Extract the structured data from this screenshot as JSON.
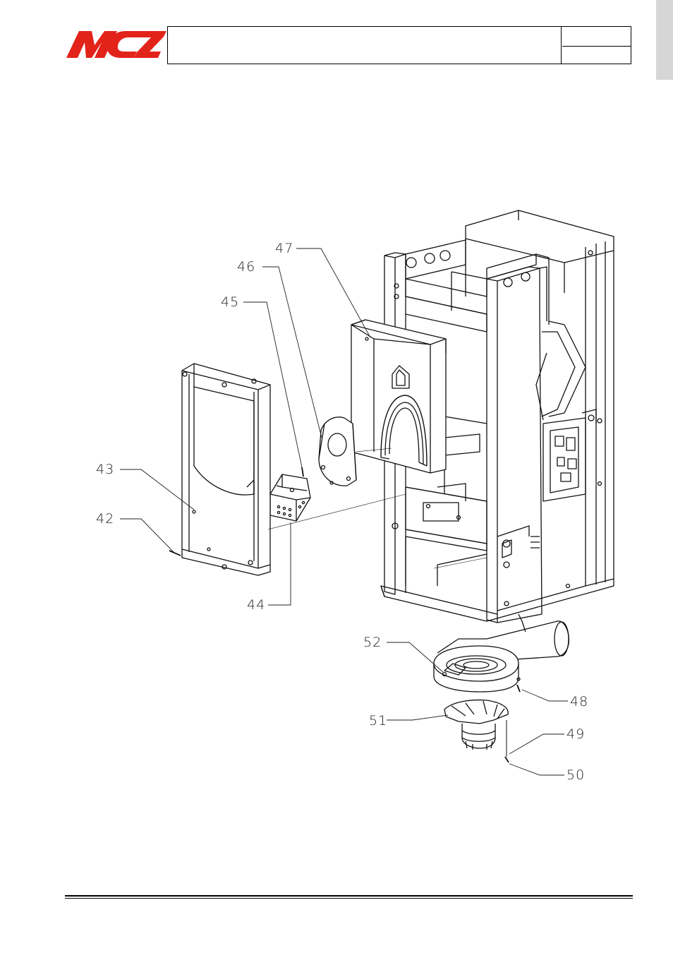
{
  "brand": {
    "name": "MCZ",
    "color": "#e2231a"
  },
  "header": {
    "title": "",
    "cell_top": "",
    "cell_bottom": ""
  },
  "callouts": {
    "c42": "42",
    "c43": "43",
    "c44": "44",
    "c45": "45",
    "c46": "46",
    "c47": "47",
    "c48": "48",
    "c49": "49",
    "c50": "50",
    "c51": "51",
    "c52": "52"
  }
}
